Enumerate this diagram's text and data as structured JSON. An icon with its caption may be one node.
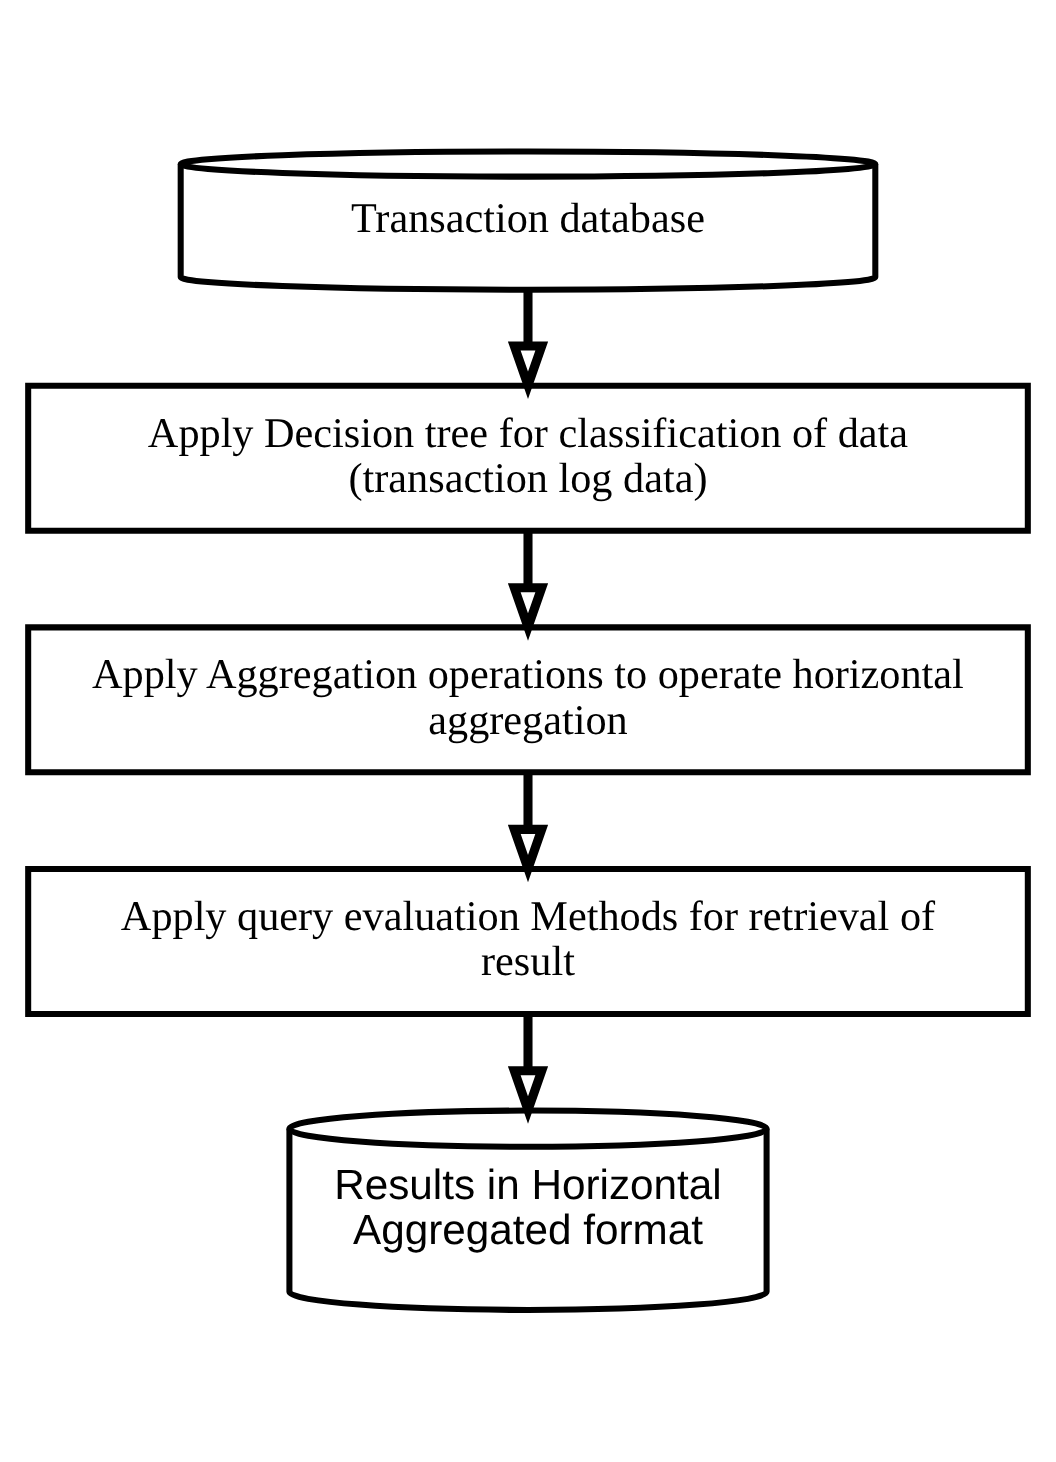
{
  "diagram": {
    "nodes": [
      {
        "text": [
          "Transaction database"
        ]
      },
      {
        "text": [
          "Apply Decision tree for classification of data (transaction log data)"
        ]
      },
      {
        "text": [
          "Apply Aggregation operations to operate horizontal aggregation"
        ]
      },
      {
        "text": [
          "Apply query evaluation Methods for retrieval of result"
        ]
      },
      {
        "text": [
          "Results in Horizontal Aggregated format"
        ]
      }
    ],
    "edges": [
      {
        "from": 0,
        "to": 1,
        "arrow": "to"
      },
      {
        "from": 1,
        "to": 2,
        "arrow": "to"
      },
      {
        "from": 2,
        "to": 3,
        "arrow": "to"
      },
      {
        "from": 3,
        "to": 4,
        "arrow": "to"
      }
    ]
  }
}
